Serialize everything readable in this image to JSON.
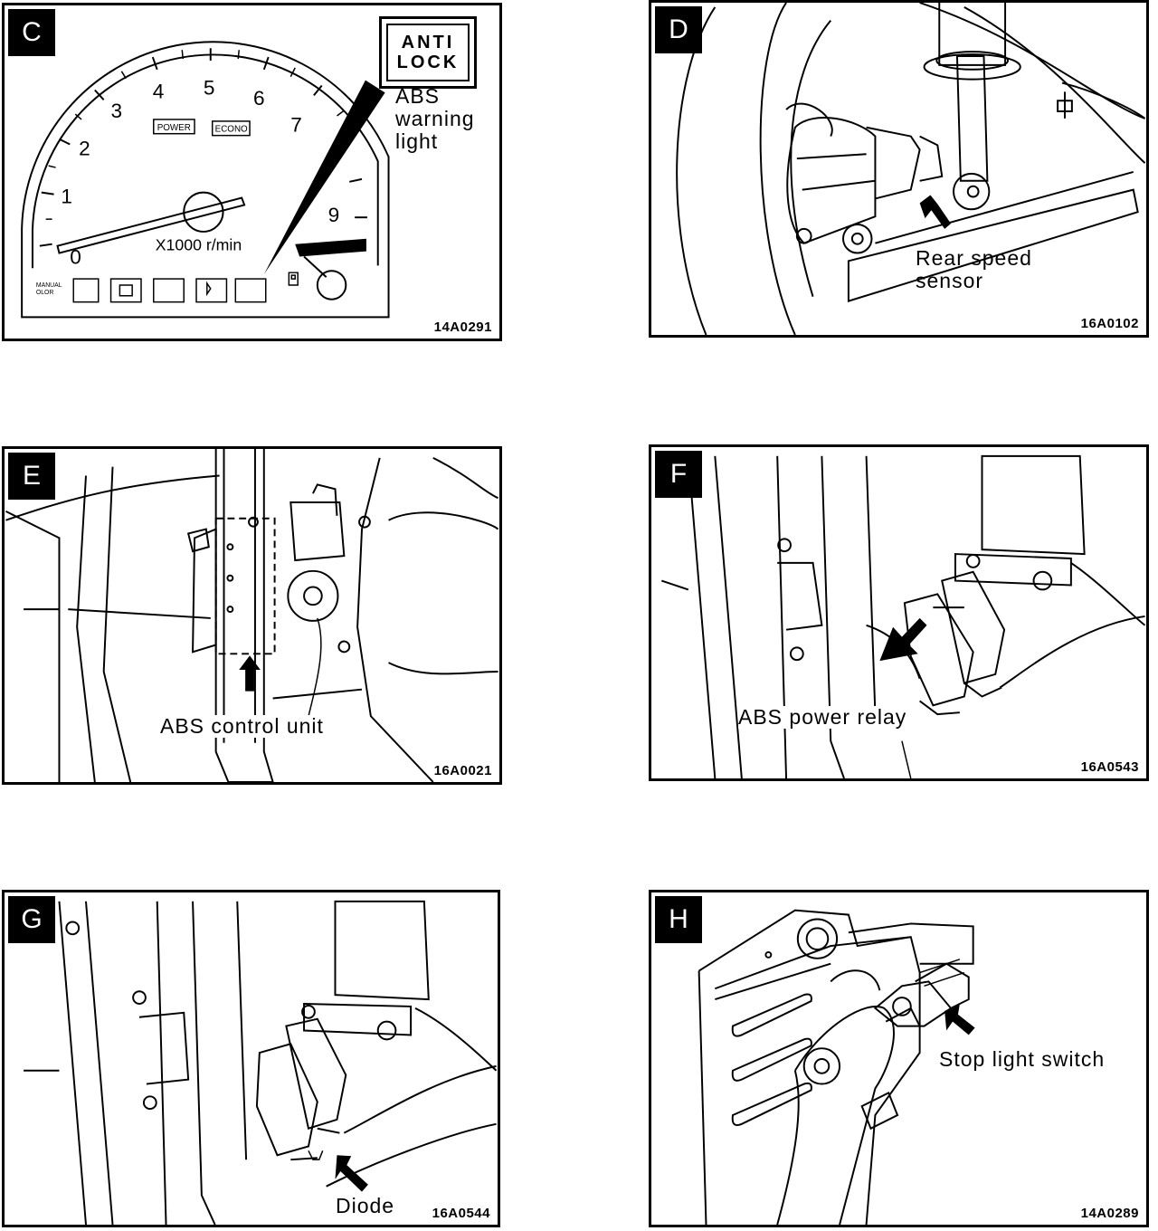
{
  "panels": {
    "c": {
      "letter": "C",
      "code": "14A0291",
      "antilock": {
        "line1": "ANTI",
        "line2": "LOCK"
      },
      "callout": {
        "line1": "ABS",
        "line2": "warning",
        "line3": "light"
      },
      "gauge": {
        "numbers": [
          "0",
          "1",
          "2",
          "3",
          "4",
          "5",
          "6",
          "7",
          "9"
        ],
        "unit": "X1000 r/min",
        "power": "POWER",
        "econo": "ECONO"
      }
    },
    "d": {
      "letter": "D",
      "code": "16A0102",
      "callout": {
        "line1": "Rear speed",
        "line2": "sensor"
      }
    },
    "e": {
      "letter": "E",
      "code": "16A0021",
      "callout": "ABS control unit"
    },
    "f": {
      "letter": "F",
      "code": "16A0543",
      "callout": "ABS power relay"
    },
    "g": {
      "letter": "G",
      "code": "16A0544",
      "callout": "Diode"
    },
    "h": {
      "letter": "H",
      "code": "14A0289",
      "callout": "Stop light switch"
    }
  }
}
